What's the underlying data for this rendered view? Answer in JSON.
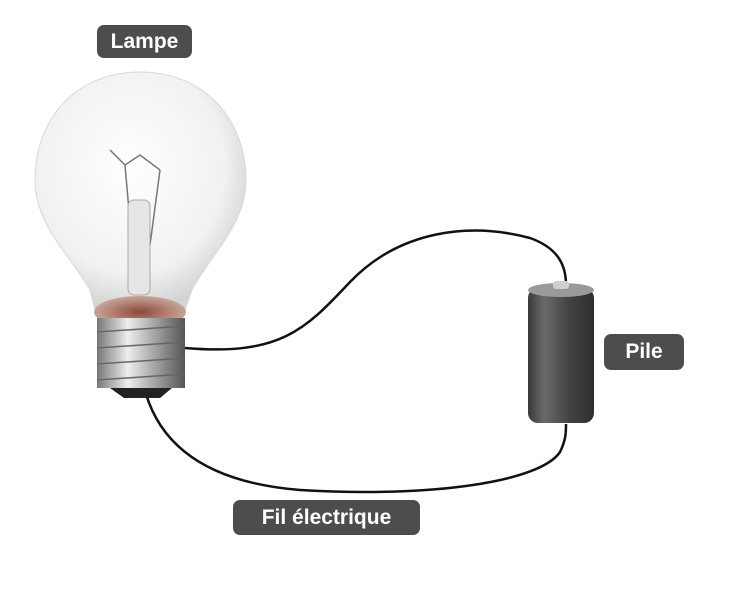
{
  "labels": {
    "lamp": "Lampe",
    "battery": "Pile",
    "wire": "Fil électrique"
  },
  "colors": {
    "label_background": "#4d4d4d",
    "label_text": "#ffffff",
    "wire": "#111111",
    "battery_body": "#4a4a4a"
  }
}
